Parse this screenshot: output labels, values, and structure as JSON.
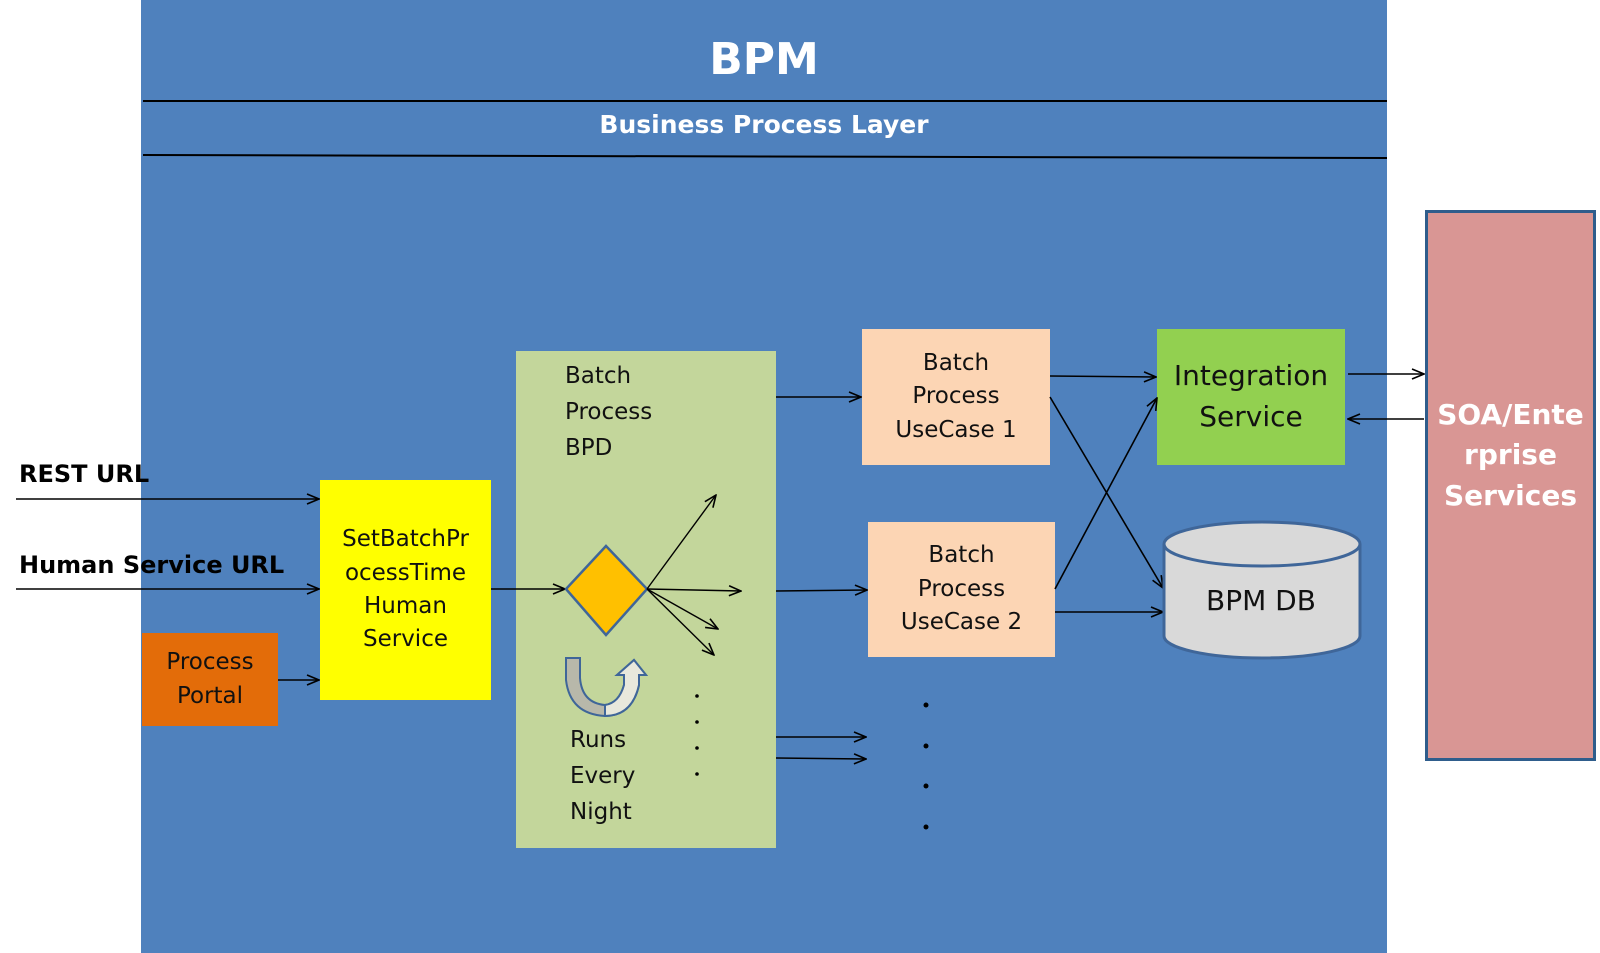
{
  "diagram": {
    "title": "BPM",
    "subtitle": "Business Process Layer",
    "colors": {
      "bpm_panel": "#4f81bd",
      "process_portal": "#e36c09",
      "human_service": "#ffff00",
      "bpd_panel": "#c3d69b",
      "usecase": "#fcd5b4",
      "integration_service": "#92d050",
      "soa_services": "#d99694",
      "database": "#d9d9d9",
      "gateway": "#ffc000"
    },
    "entry_points": [
      {
        "label": "REST URL"
      },
      {
        "label": "Human Service URL"
      }
    ],
    "nodes": {
      "process_portal": {
        "lines": [
          "Process",
          "Portal"
        ]
      },
      "human_service": {
        "lines": [
          "SetBatchPr",
          "ocessTime",
          "Human",
          "Service"
        ]
      },
      "bpd": {
        "title_lines": [
          "Batch",
          "Process",
          "BPD"
        ],
        "schedule_lines": [
          "Runs",
          "Every",
          "Night"
        ],
        "gateway_icon": "diamond-gateway-icon",
        "loop_icon": "u-turn-arrow-icon"
      },
      "usecase_1": {
        "lines": [
          "Batch",
          "Process",
          "UseCase 1"
        ]
      },
      "usecase_2": {
        "lines": [
          "Batch",
          "Process",
          "UseCase 2"
        ]
      },
      "integration_service": {
        "lines": [
          "Integration",
          "Service"
        ]
      },
      "bpm_db": {
        "label": "BPM DB",
        "icon": "database-cylinder-icon"
      },
      "soa_services": {
        "lines": [
          "SOA/Ente",
          "rprise",
          "Services"
        ]
      }
    },
    "continuation_marker": "..."
  }
}
